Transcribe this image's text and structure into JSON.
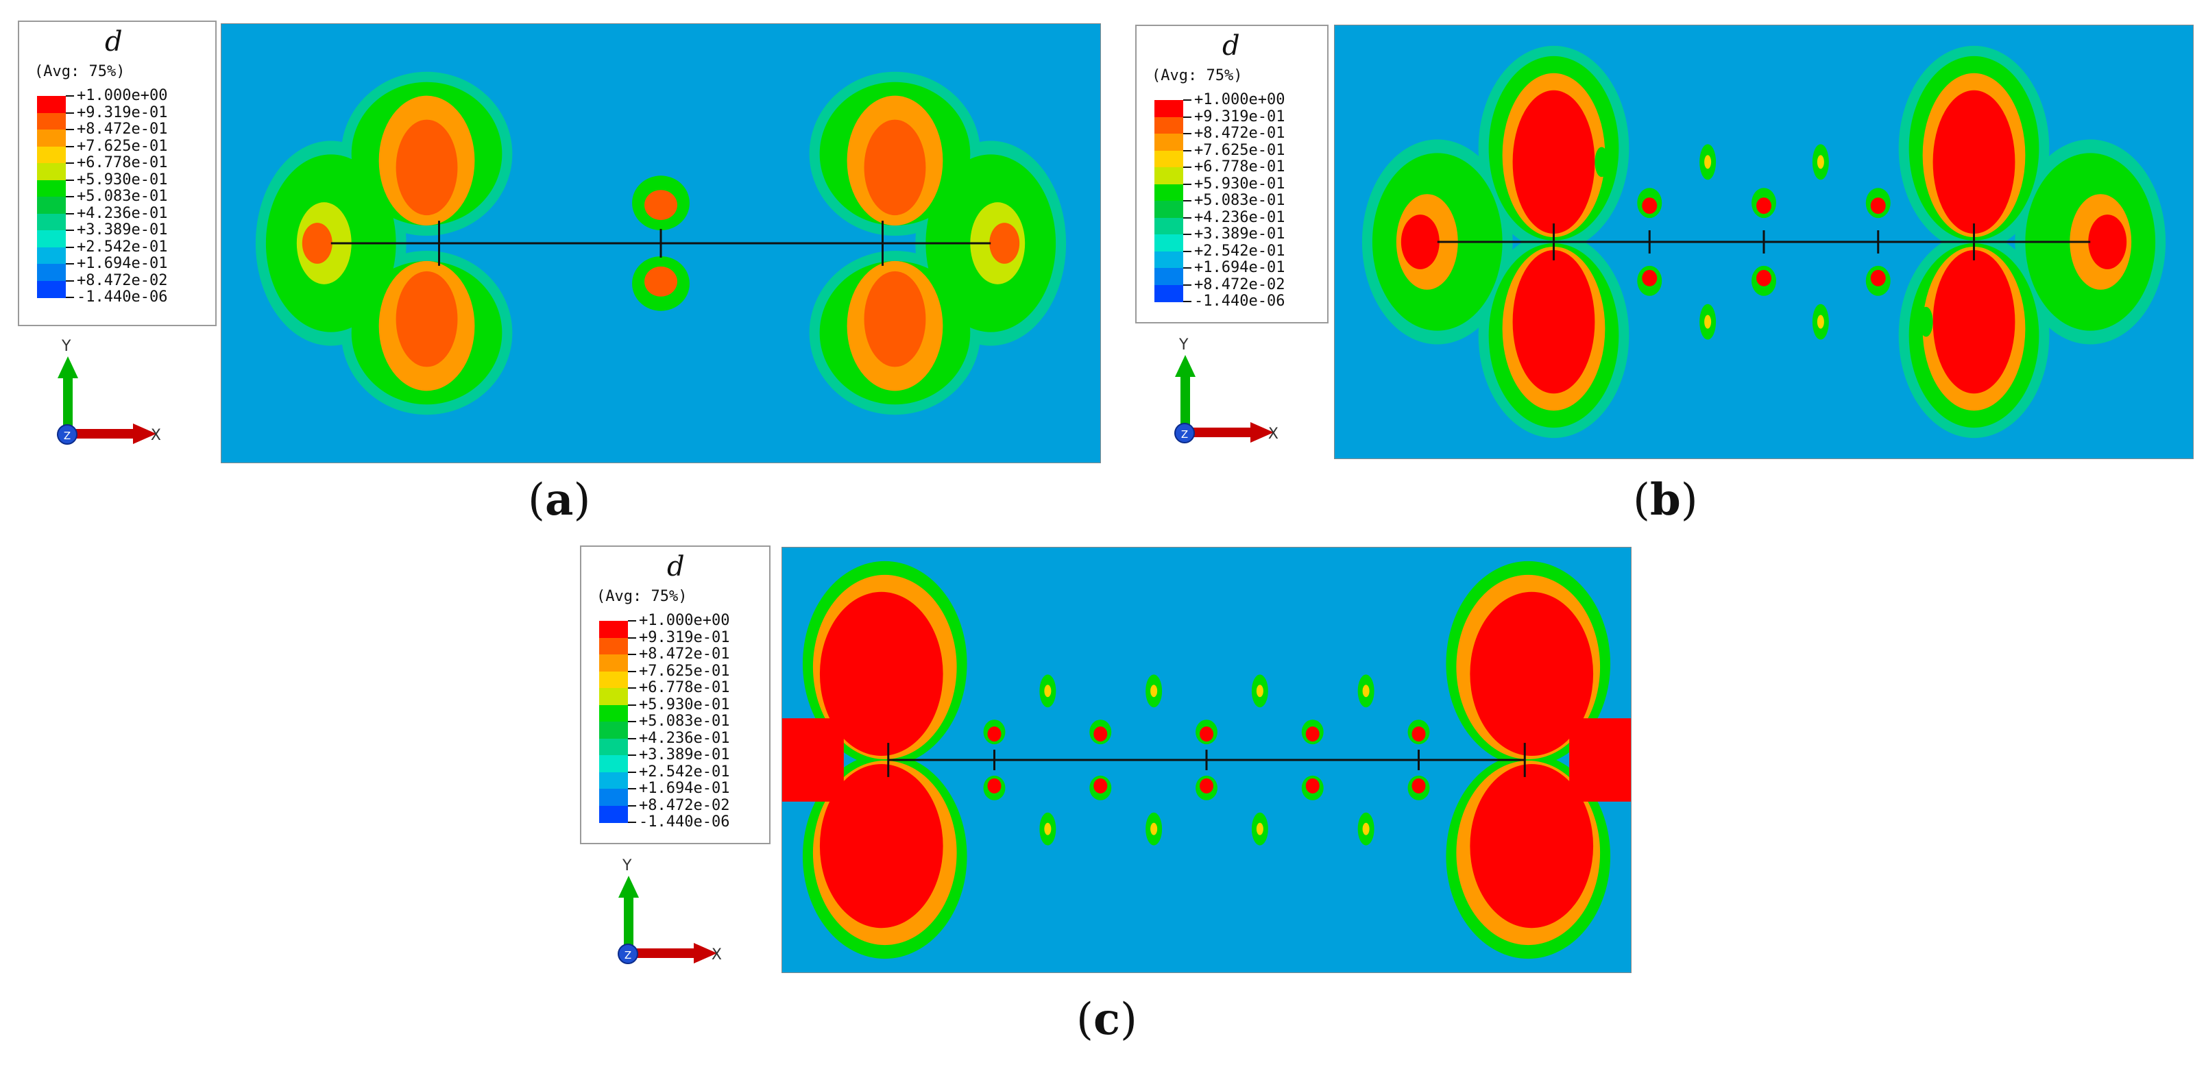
{
  "legend": {
    "variable": "d",
    "averaging": "(Avg: 75%)",
    "levels": [
      "+1.000e+00",
      "+9.319e-01",
      "+8.472e-01",
      "+7.625e-01",
      "+6.778e-01",
      "+5.930e-01",
      "+5.083e-01",
      "+4.236e-01",
      "+3.389e-01",
      "+2.542e-01",
      "+1.694e-01",
      "+8.472e-02",
      "-1.440e-06"
    ],
    "colors": [
      "#ff0000",
      "#ff5a00",
      "#ff9a00",
      "#ffd200",
      "#c8e600",
      "#00dc00",
      "#00c83c",
      "#00d28c",
      "#00e6c8",
      "#00b4e6",
      "#0080f0",
      "#0044ff",
      "#0000e6"
    ],
    "background_color": "#00a0dc"
  },
  "triad": {
    "y_label": "Y",
    "x_label": "X",
    "z_label": "Z"
  },
  "panels": [
    {
      "id": "a",
      "caption_open": "(",
      "caption_letter": "a",
      "caption_close": ")"
    },
    {
      "id": "b",
      "caption_open": "(",
      "caption_letter": "b",
      "caption_close": ")"
    },
    {
      "id": "c",
      "caption_open": "(",
      "caption_letter": "c",
      "caption_close": ")"
    }
  ]
}
